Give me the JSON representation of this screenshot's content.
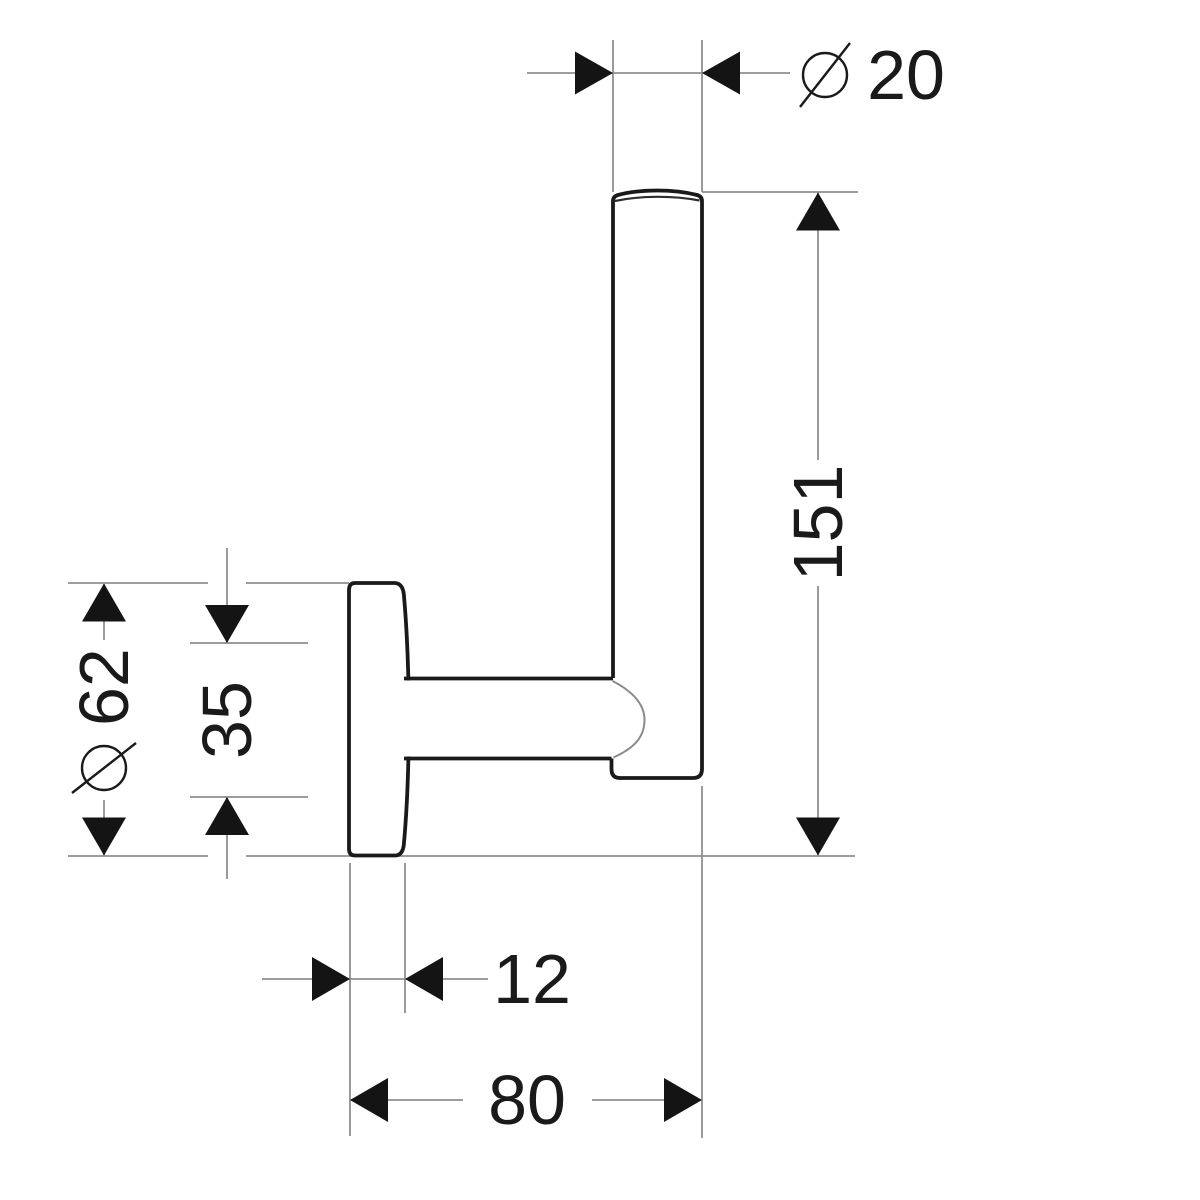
{
  "drawing": {
    "type": "technical-dimension-drawing",
    "subject": "wall-mounted spare roll holder, side elevation",
    "background_color": "#ffffff",
    "outline_color": "#1a1a1a",
    "dimension_line_color": "#8f8f8f",
    "arrow_color": "#141414",
    "text_color": "#1a1a1a",
    "labels": {
      "rod_diameter": "20",
      "total_height": "151",
      "plate_diameter": "62",
      "plate_inner_width": "35",
      "plate_thickness": "12",
      "total_depth": "80"
    },
    "diameter_symbol": "Ø"
  }
}
